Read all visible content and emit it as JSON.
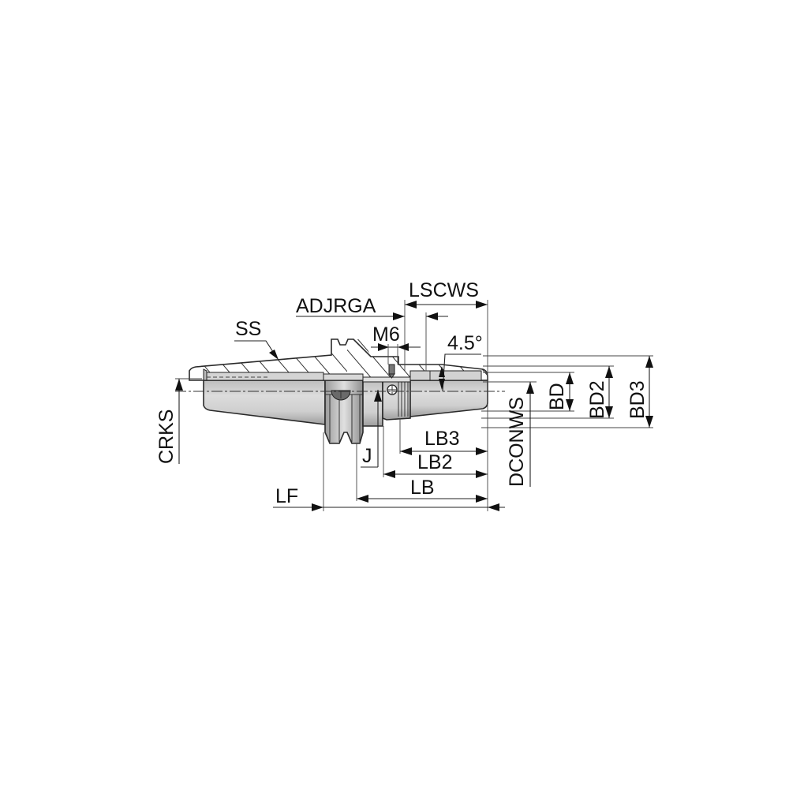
{
  "drawing": {
    "title": "Tool holder shank cross-section dimension diagram",
    "colors": {
      "body_fill": "#d2d2d2",
      "section_fill": "#ffffff",
      "line": "#222222",
      "text": "#111111"
    }
  },
  "labels": {
    "ss": "SS",
    "adjrga": "ADJRGA",
    "lscws": "LSCWS",
    "m6": "M6",
    "angle": "4.5°",
    "crks": "CRKS",
    "j": "J",
    "lf": "LF",
    "lb": "LB",
    "lb2": "LB2",
    "lb3": "LB3",
    "dconws": "DCONWS",
    "bd": "BD",
    "bd2": "BD2",
    "bd3": "BD3"
  }
}
